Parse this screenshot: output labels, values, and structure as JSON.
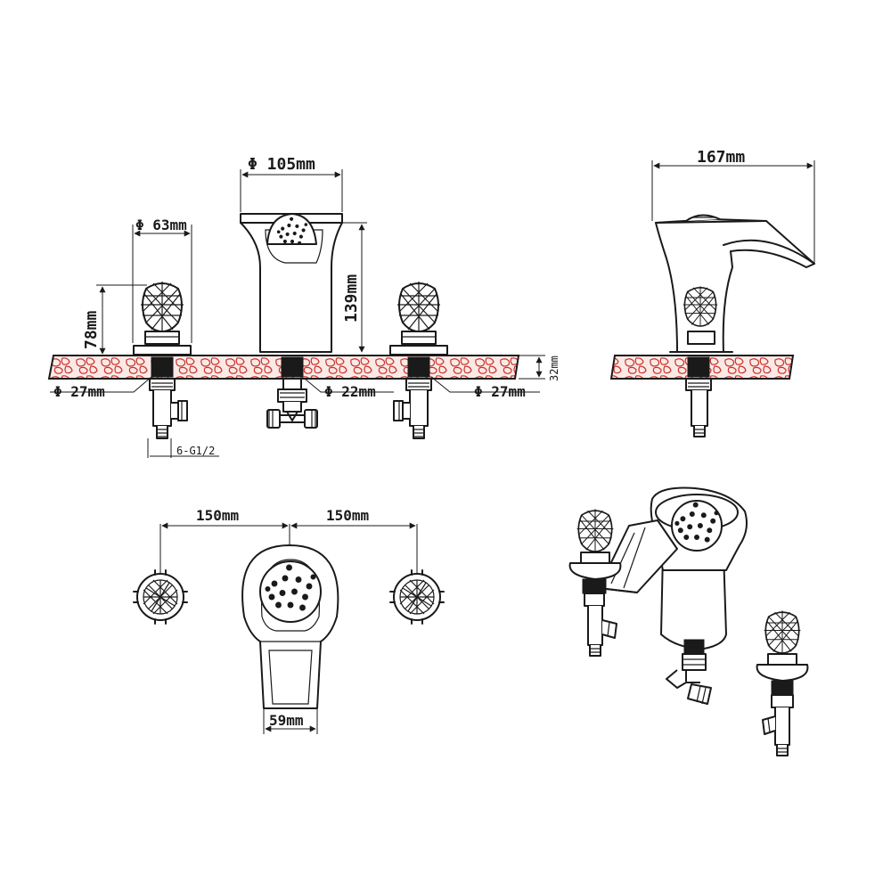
{
  "colors": {
    "line": "#1a1a1a",
    "countertop_pattern": "#c8322b",
    "countertop_fill": "#fbe9e6",
    "background": "#ffffff"
  },
  "front_view": {
    "spout_diameter": "Φ 105mm",
    "handle_diameter": "Φ 63mm",
    "spout_height": "139mm",
    "handle_height": "78mm",
    "left_shank_diameter": "Φ 27mm",
    "center_shank_diameter": "Φ 22mm",
    "right_shank_diameter": "Φ 27mm",
    "thread_size": "6-G1/2"
  },
  "side_view": {
    "spout_depth": "167mm",
    "deck_thickness": "32mm"
  },
  "top_view": {
    "left_spacing": "150mm",
    "right_spacing": "150mm",
    "spout_width": "59mm"
  }
}
